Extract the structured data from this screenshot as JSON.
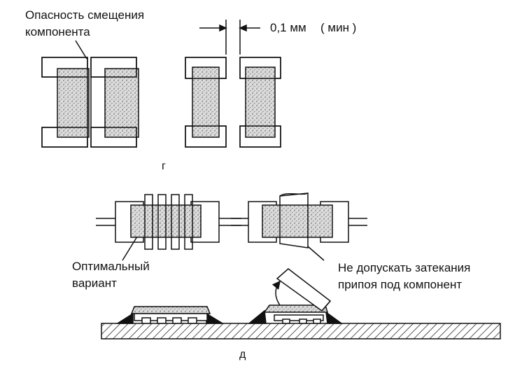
{
  "figure_g": {
    "label_risk_line1": "Опасность смещения",
    "label_risk_line2": "компонента",
    "dimension_value": "0,1 мм",
    "dimension_note": "( мин )",
    "caption": "г"
  },
  "figure_d": {
    "label_optimal_line1": "Оптимальный",
    "label_optimal_line2": "вариант",
    "label_warning_line1": "Не допускать затекания",
    "label_warning_line2": "припоя под компонент",
    "caption": "д"
  }
}
